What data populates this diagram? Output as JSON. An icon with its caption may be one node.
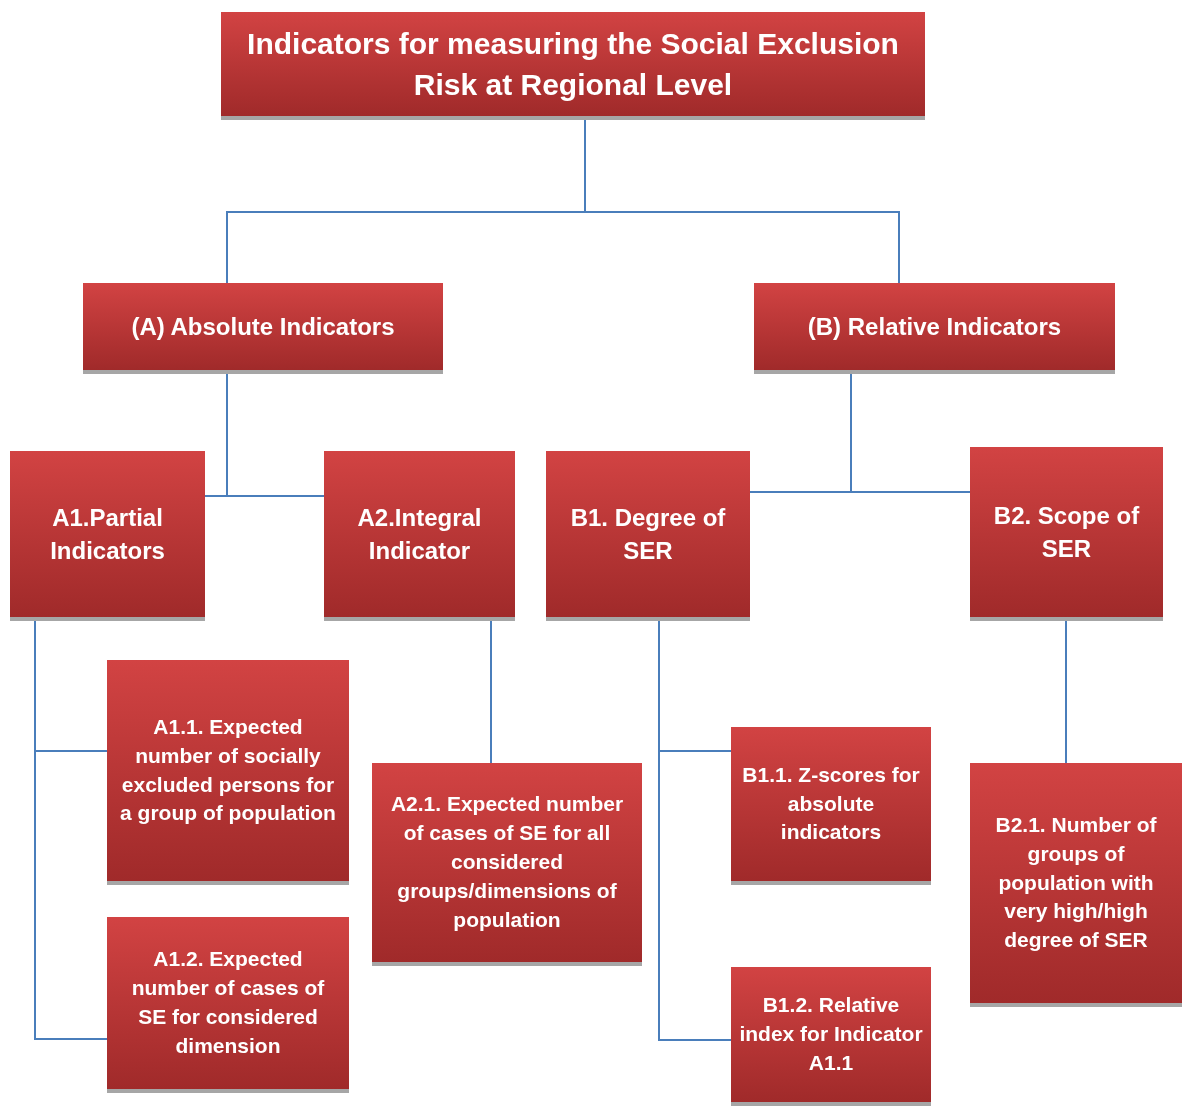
{
  "diagram": {
    "nodes": [
      {
        "text": [
          "Indicators for measuring the Social Exclusion Risk at Regional Level"
        ]
      },
      {
        "text": [
          "(A) Absolute Indicators"
        ]
      },
      {
        "text": [
          "(B) Relative Indicators"
        ]
      },
      {
        "text": [
          "A1.Partial Indicators"
        ]
      },
      {
        "text": [
          "A2.Integral Indicator"
        ]
      },
      {
        "text": [
          "B1. Degree of SER"
        ]
      },
      {
        "text": [
          "B2. Scope of SER"
        ]
      },
      {
        "text": [
          "A1.1. Expected number of socially excluded persons for a group of population"
        ]
      },
      {
        "text": [
          "A1.2. Expected number of cases of SE for considered dimension"
        ]
      },
      {
        "text": [
          "A2.1. Expected number of cases of SE for all considered groups/dimensions of population"
        ]
      },
      {
        "text": [
          "B1.1. Z-scores for absolute indicators"
        ]
      },
      {
        "text": [
          "B1.2. Relative index for Indicator A1.1"
        ]
      },
      {
        "text": [
          "B2.1. Number of groups of population with very high/high degree of SER"
        ]
      }
    ],
    "edges": [
      {
        "from": 0,
        "to": 1,
        "arrow": "none"
      },
      {
        "from": 0,
        "to": 2,
        "arrow": "none"
      },
      {
        "from": 1,
        "to": 3,
        "arrow": "none"
      },
      {
        "from": 1,
        "to": 4,
        "arrow": "none"
      },
      {
        "from": 2,
        "to": 5,
        "arrow": "none"
      },
      {
        "from": 2,
        "to": 6,
        "arrow": "none"
      },
      {
        "from": 3,
        "to": 7,
        "arrow": "none"
      },
      {
        "from": 3,
        "to": 8,
        "arrow": "none"
      },
      {
        "from": 4,
        "to": 9,
        "arrow": "none"
      },
      {
        "from": 5,
        "to": 10,
        "arrow": "none"
      },
      {
        "from": 5,
        "to": 11,
        "arrow": "none"
      },
      {
        "from": 6,
        "to": 12,
        "arrow": "none"
      }
    ]
  }
}
